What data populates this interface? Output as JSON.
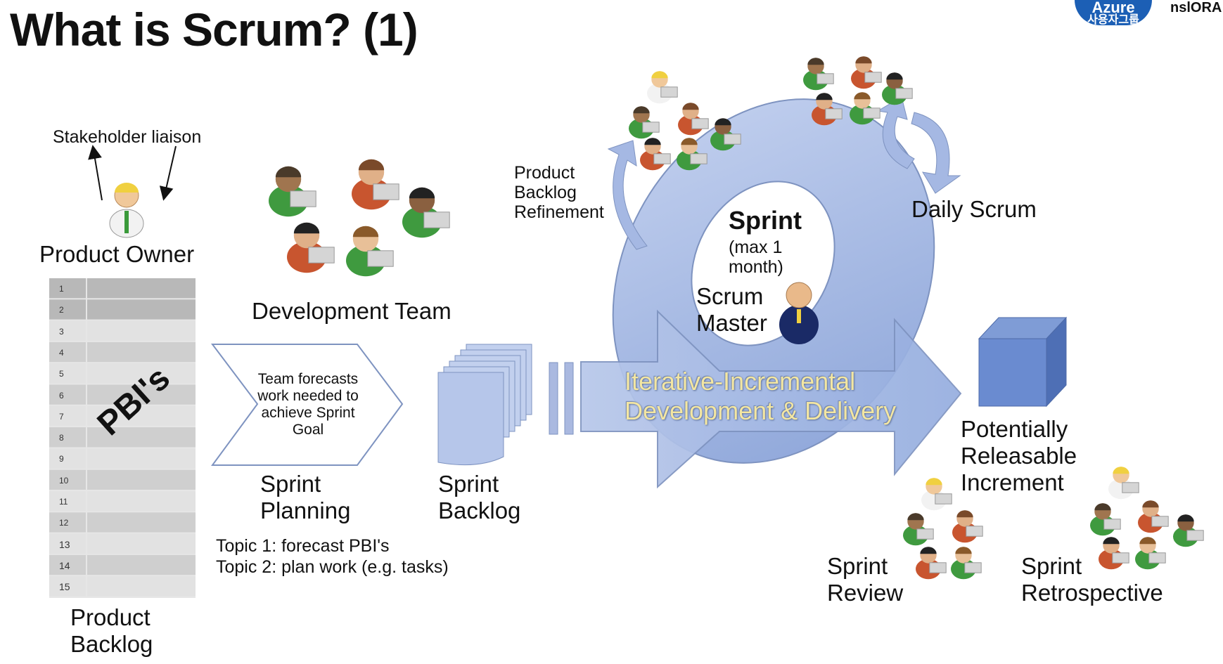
{
  "title": "What is Scrum? (1)",
  "badges": {
    "azure_label": "Azure",
    "azure_sub": "사용자그룹",
    "org_label": "nslORA"
  },
  "labels": {
    "stakeholder_liaison": "Stakeholder liaison",
    "product_owner": "Product Owner",
    "development_team": "Development Team",
    "planning_box": "Team forecasts work needed to achieve Sprint Goal",
    "sprint_planning": "Sprint Planning",
    "sprint_backlog": "Sprint Backlog",
    "pbr": "Product Backlog Refinement",
    "sprint": "Sprint",
    "sprint_duration": "(max 1 month)",
    "scrum_master": "Scrum Master",
    "daily_scrum": "Daily Scrum",
    "iid_line1": "Iterative-Incremental",
    "iid_line2": "Development & Delivery",
    "increment": "Potentially Releasable Increment",
    "sprint_review": "Sprint Review",
    "sprint_retrospective": "Sprint Retrospective",
    "topic1": "Topic 1: forecast PBI's",
    "topic2": "Topic 2: plan work (e.g. tasks)",
    "pbis": "PBI's",
    "product_backlog": "Product Backlog"
  },
  "backlog_rows": [
    "1",
    "2",
    "3",
    "4",
    "5",
    "6",
    "7",
    "8",
    "9",
    "10",
    "11",
    "12",
    "13",
    "14",
    "15"
  ],
  "colors": {
    "flow_blue": "#9fb4de",
    "dark_blue": "#6a86c3",
    "cube_blue": "#5b7fc7",
    "text_gold": "#f3e6a2"
  }
}
